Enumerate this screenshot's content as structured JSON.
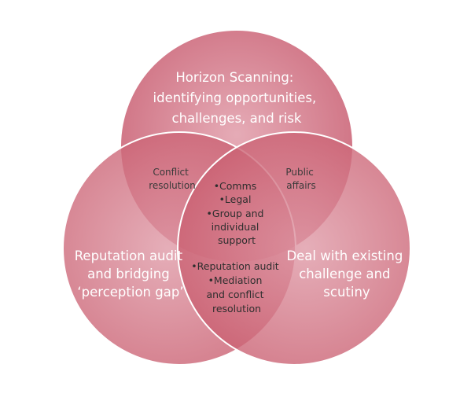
{
  "venn": {
    "top_circle": {
      "lines": [
        "Horizon Scanning:",
        "identifying opportunities,",
        "challenges, and risk"
      ]
    },
    "left_circle": {
      "lines": [
        "Reputation audit",
        "and bridging",
        "‘perception gap’"
      ]
    },
    "right_circle": {
      "lines": [
        "Deal with existing",
        "challenge and",
        "scutiny"
      ]
    },
    "overlap_top_left": {
      "lines": [
        "Conflict",
        "resolution"
      ]
    },
    "overlap_top_right": {
      "lines": [
        "Public",
        "affairs"
      ]
    },
    "overlap_left_right": {
      "lines": [
        "•Reputation audit",
        "•Mediation",
        "and conflict",
        "resolution"
      ]
    },
    "overlap_center": {
      "lines": [
        "•Comms",
        "•Legal",
        "•Group and",
        "individual",
        "support"
      ]
    },
    "colors": {
      "circle_fill": "#c85a6e",
      "circle_fill_light": "#e0a0ac",
      "circle_stroke": "#ffffff",
      "big_text": "#ffffff",
      "small_text": "#333333"
    }
  }
}
